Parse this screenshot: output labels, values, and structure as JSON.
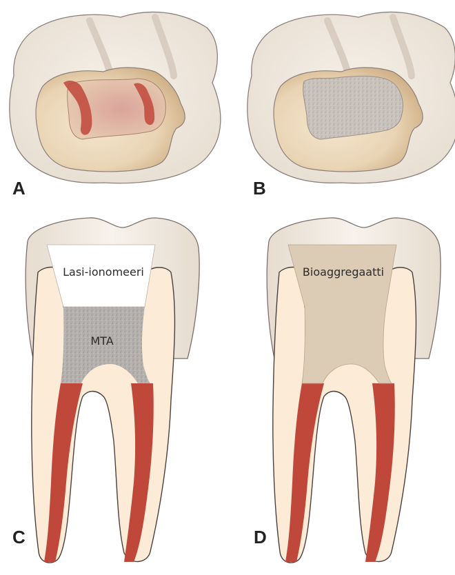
{
  "panels": {
    "a": {
      "letter": "A"
    },
    "b": {
      "letter": "B"
    },
    "c": {
      "letter": "C",
      "top_material": "Lasi-ionomeeri",
      "bottom_material": "MTA"
    },
    "d": {
      "letter": "D",
      "material": "Bioaggregaatti"
    }
  },
  "colors": {
    "enamel": "#efe8de",
    "dentin": "#fcebd6",
    "pulp": "#c0483a",
    "glass_ionomer": "#ffffff",
    "mta": "#b4b0ae",
    "bioaggregate": "#dccbb5",
    "outline": "#6e6462"
  }
}
